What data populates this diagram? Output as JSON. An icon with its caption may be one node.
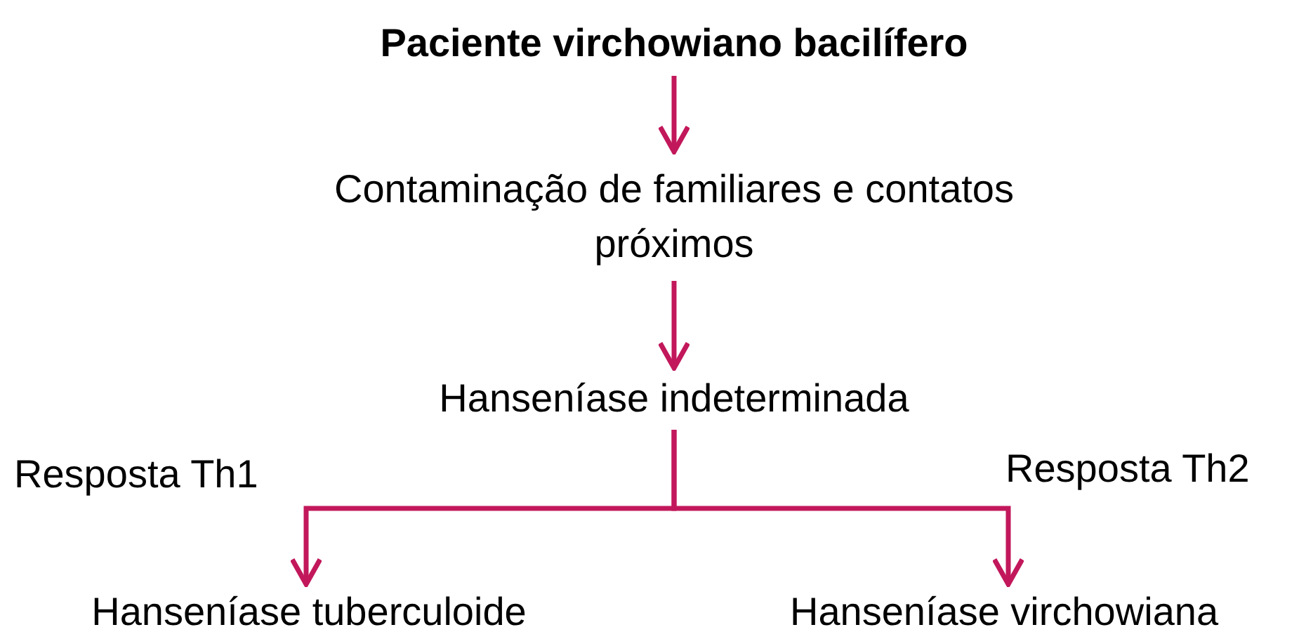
{
  "diagram": {
    "nodes": [
      {
        "text": [
          "Paciente virchowiano bacilífero"
        ]
      },
      {
        "text": [
          "Contaminação de familiares e contatos próximos"
        ]
      },
      {
        "text": [
          "Hanseníase indeterminada"
        ]
      },
      {
        "text": [
          "Hanseníase tuberculoide"
        ]
      },
      {
        "text": [
          "Hanseníase virchowiana"
        ]
      }
    ],
    "edges": [
      {
        "from": 0,
        "to": 1,
        "arrow": "to"
      },
      {
        "from": 1,
        "to": 2,
        "arrow": "to"
      },
      {
        "from": 2,
        "to": 3,
        "arrow": "to",
        "label": "Resposta Th1"
      },
      {
        "from": 2,
        "to": 4,
        "arrow": "to",
        "label": "Resposta Th2"
      }
    ]
  }
}
